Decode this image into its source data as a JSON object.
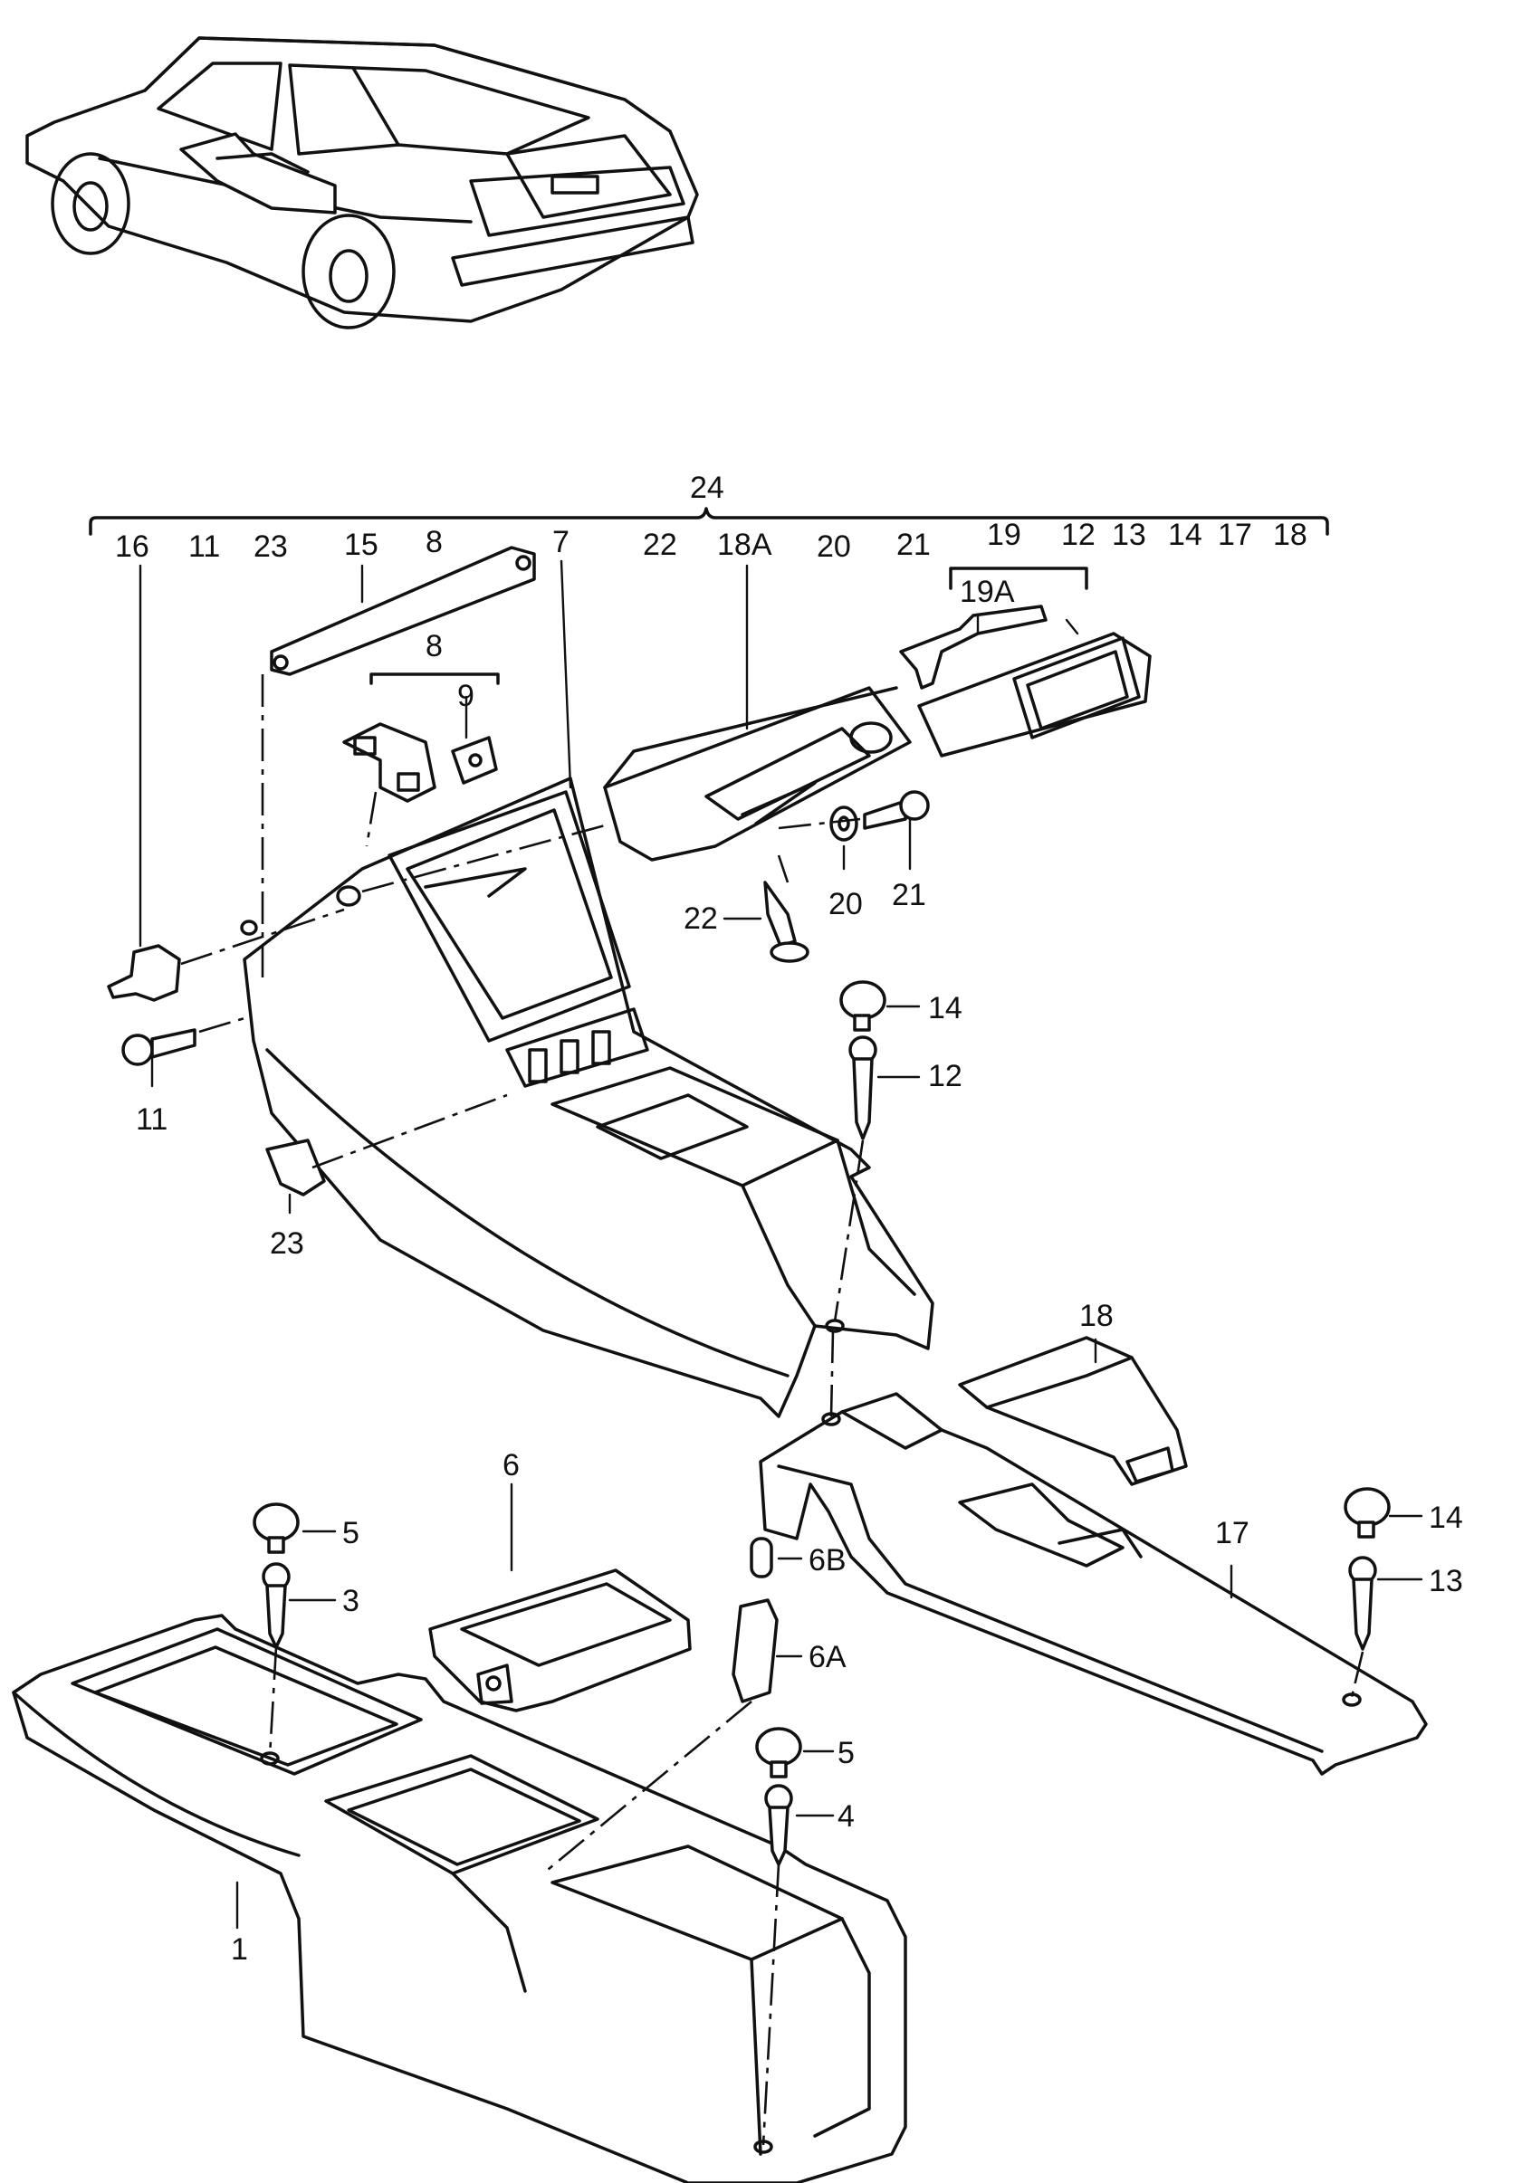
{
  "top_group": {
    "label": "24",
    "items": [
      "16",
      "11",
      "23",
      "15",
      "8",
      "7",
      "22",
      "18A",
      "20",
      "21",
      "19",
      "12",
      "13",
      "14",
      "17",
      "18"
    ]
  },
  "sub_labels": {
    "clip_group": "8",
    "nut": "9",
    "bracket_group": "19A"
  },
  "callouts": {
    "c16_clip": "16",
    "c11_screw": "11",
    "c23_pad": "23",
    "c22_screw": "22",
    "c20_washer": "20",
    "c21_screw": "21",
    "c14_cap_upper": "14",
    "c12_screw": "12",
    "c18_cover": "18",
    "c17_rail": "17",
    "c14_cap_lower": "14",
    "c13_screw": "13",
    "c5_cap_a": "5",
    "c3_screw": "3",
    "c6_ashtray": "6",
    "c6b_bulb": "6B",
    "c6a_socket": "6A",
    "c5_cap_b": "5",
    "c4_screw": "4",
    "c1_console": "1"
  }
}
